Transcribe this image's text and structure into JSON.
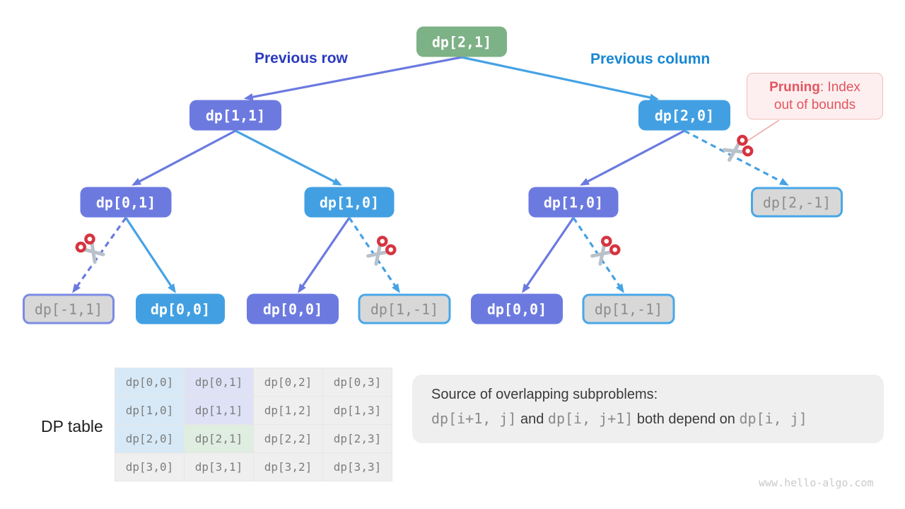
{
  "colors": {
    "node_green": "#7DB186",
    "node_purple": "#6C7AE0",
    "node_blue": "#42A0E2",
    "node_pruned_bg": "#D8D8D8",
    "pruned_border_purple": "#7C8BE3",
    "pruned_border_blue": "#49A7E8",
    "edge_purple": "#6B7AE0",
    "edge_blue": "#45A2E5",
    "previous_row_label": "#2B3ABE",
    "previous_column_label": "#1787D2",
    "callout_red": "#E25560",
    "table_cell_blue": "#D7E9F7",
    "table_cell_lavender": "#DFE1F6",
    "table_cell_green": "#DFEEE0",
    "table_cell_gray": "#EFEFEF"
  },
  "tree": {
    "previous_row": "Previous row",
    "previous_column": "Previous column",
    "nodes": [
      {
        "label": "dp[2,1]"
      },
      {
        "label": "dp[1,1]"
      },
      {
        "label": "dp[2,0]"
      },
      {
        "label": "dp[0,1]"
      },
      {
        "label": "dp[1,0]"
      },
      {
        "label": "dp[1,0]"
      },
      {
        "label": "dp[2,-1]"
      },
      {
        "label": "dp[-1,1]"
      },
      {
        "label": "dp[0,0]"
      },
      {
        "label": "dp[0,0]"
      },
      {
        "label": "dp[1,-1]"
      },
      {
        "label": "dp[0,0]"
      },
      {
        "label": "dp[1,-1]"
      }
    ]
  },
  "callout": {
    "title": "Pruning",
    "title_suffix": ": Index",
    "line2": "out of bounds"
  },
  "dp_table": {
    "label": "DP table",
    "cells": [
      "dp[0,0]",
      "dp[0,1]",
      "dp[0,2]",
      "dp[0,3]",
      "dp[1,0]",
      "dp[1,1]",
      "dp[1,2]",
      "dp[1,3]",
      "dp[2,0]",
      "dp[2,1]",
      "dp[2,2]",
      "dp[2,3]",
      "dp[3,0]",
      "dp[3,1]",
      "dp[3,2]",
      "dp[3,3]"
    ]
  },
  "note": {
    "line1": "Source of overlapping subproblems:",
    "code1": "dp[i+1, j]",
    "sep1": "  and ",
    "code2": "dp[i, j+1]",
    "sep2": " both depend on ",
    "code3": "dp[i, j]"
  },
  "watermark": "www.hello-algo.com"
}
